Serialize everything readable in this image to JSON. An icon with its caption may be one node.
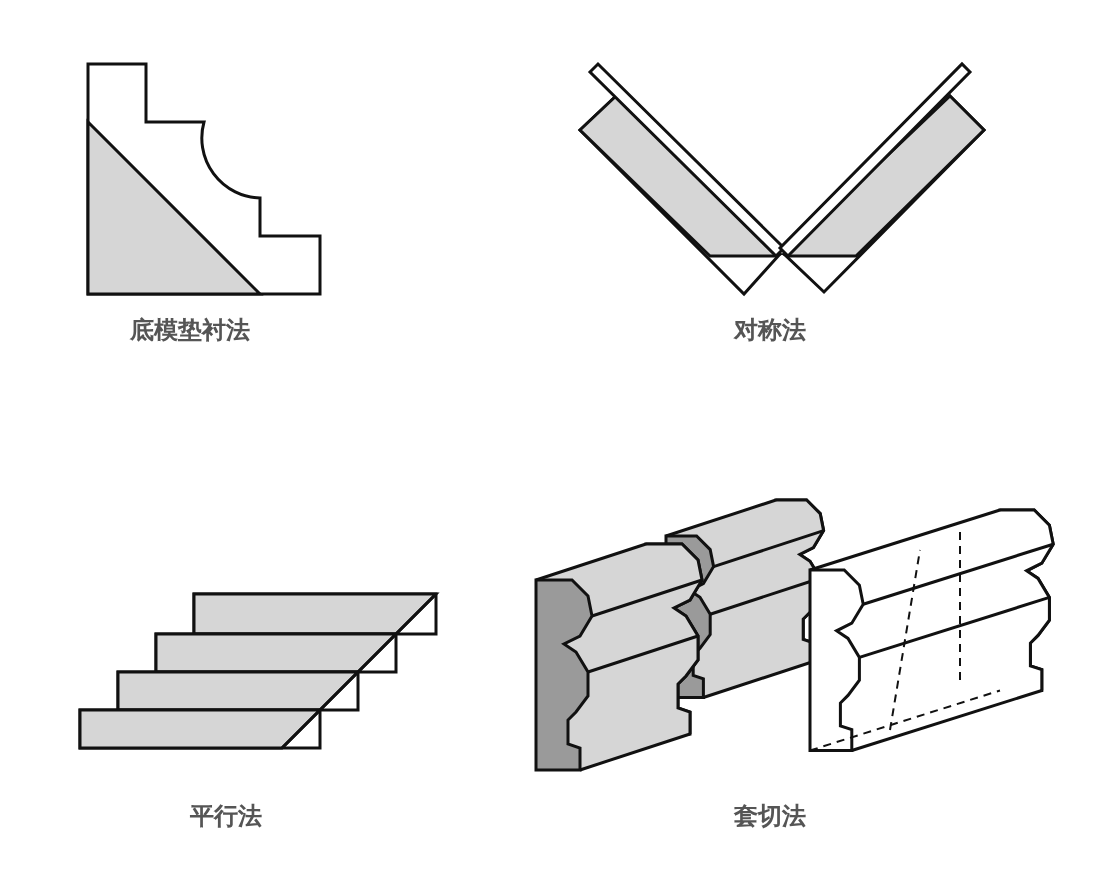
{
  "diagram": {
    "labels": [
      "底模垫衬法",
      "对称法",
      "平行法",
      "套切法"
    ]
  }
}
